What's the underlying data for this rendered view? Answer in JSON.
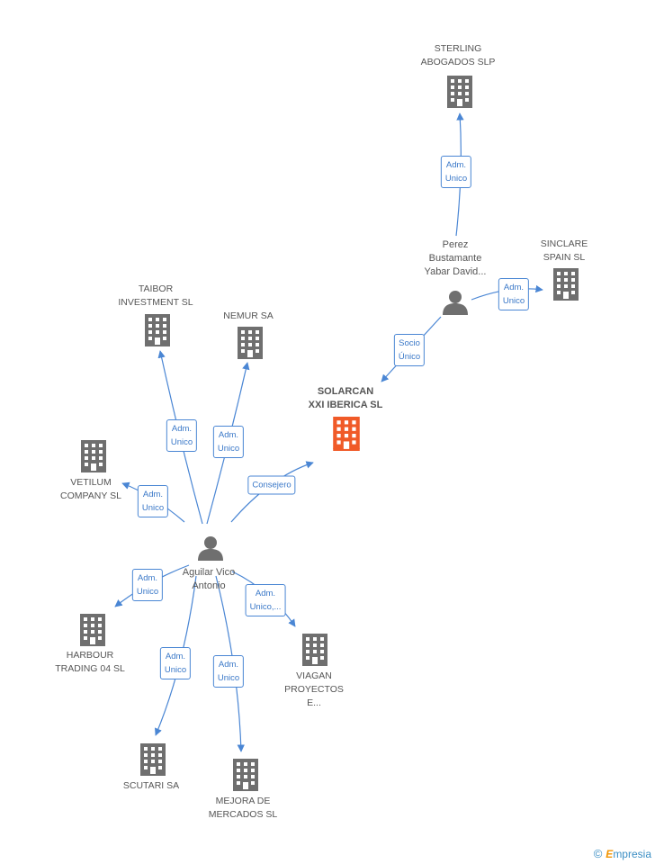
{
  "focus_company": {
    "label": "SOLARCAN\nXXI IBERICA SL",
    "color": "#f05a28"
  },
  "persons": {
    "aguilar": {
      "label": "Aguilar Vico\nAntonio"
    },
    "perez": {
      "label": "Perez\nBustamante\nYabar David..."
    }
  },
  "companies": {
    "sterling": {
      "label": "STERLING\nABOGADOS  SLP"
    },
    "sinclare": {
      "label": "SINCLARE\nSPAIN SL"
    },
    "taibor": {
      "label": "TAIBOR\nINVESTMENT SL"
    },
    "nemur": {
      "label": "NEMUR SA"
    },
    "vetilum": {
      "label": "VETILUM\nCOMPANY SL"
    },
    "harbour": {
      "label": "HARBOUR\nTRADING 04 SL"
    },
    "scutari": {
      "label": "SCUTARI SA"
    },
    "mejora": {
      "label": "MEJORA DE\nMERCADOS SL"
    },
    "viagan": {
      "label": "VIAGAN\nPROYECTOS\nE..."
    }
  },
  "edges": {
    "perez_sterling": "Adm.\nUnico",
    "perez_sinclare": "Adm.\nUnico",
    "perez_solarcan": "Socio\nÚnico",
    "aguilar_taibor": "Adm.\nUnico",
    "aguilar_nemur": "Adm.\nUnico",
    "aguilar_solarcan": "Consejero",
    "aguilar_vetilum": "Adm.\nUnico",
    "aguilar_harbour": "Adm.\nUnico",
    "aguilar_scutari": "Adm.\nUnico",
    "aguilar_mejora": "Adm.\nUnico",
    "aguilar_viagan": "Adm.\nUnico,..."
  },
  "colors": {
    "edge": "#4a86d4",
    "building": "#6f6f6f",
    "person": "#6f6f6f"
  },
  "footer": {
    "copyright": "©",
    "brand_e": "E",
    "brand_rest": "mpresia"
  }
}
